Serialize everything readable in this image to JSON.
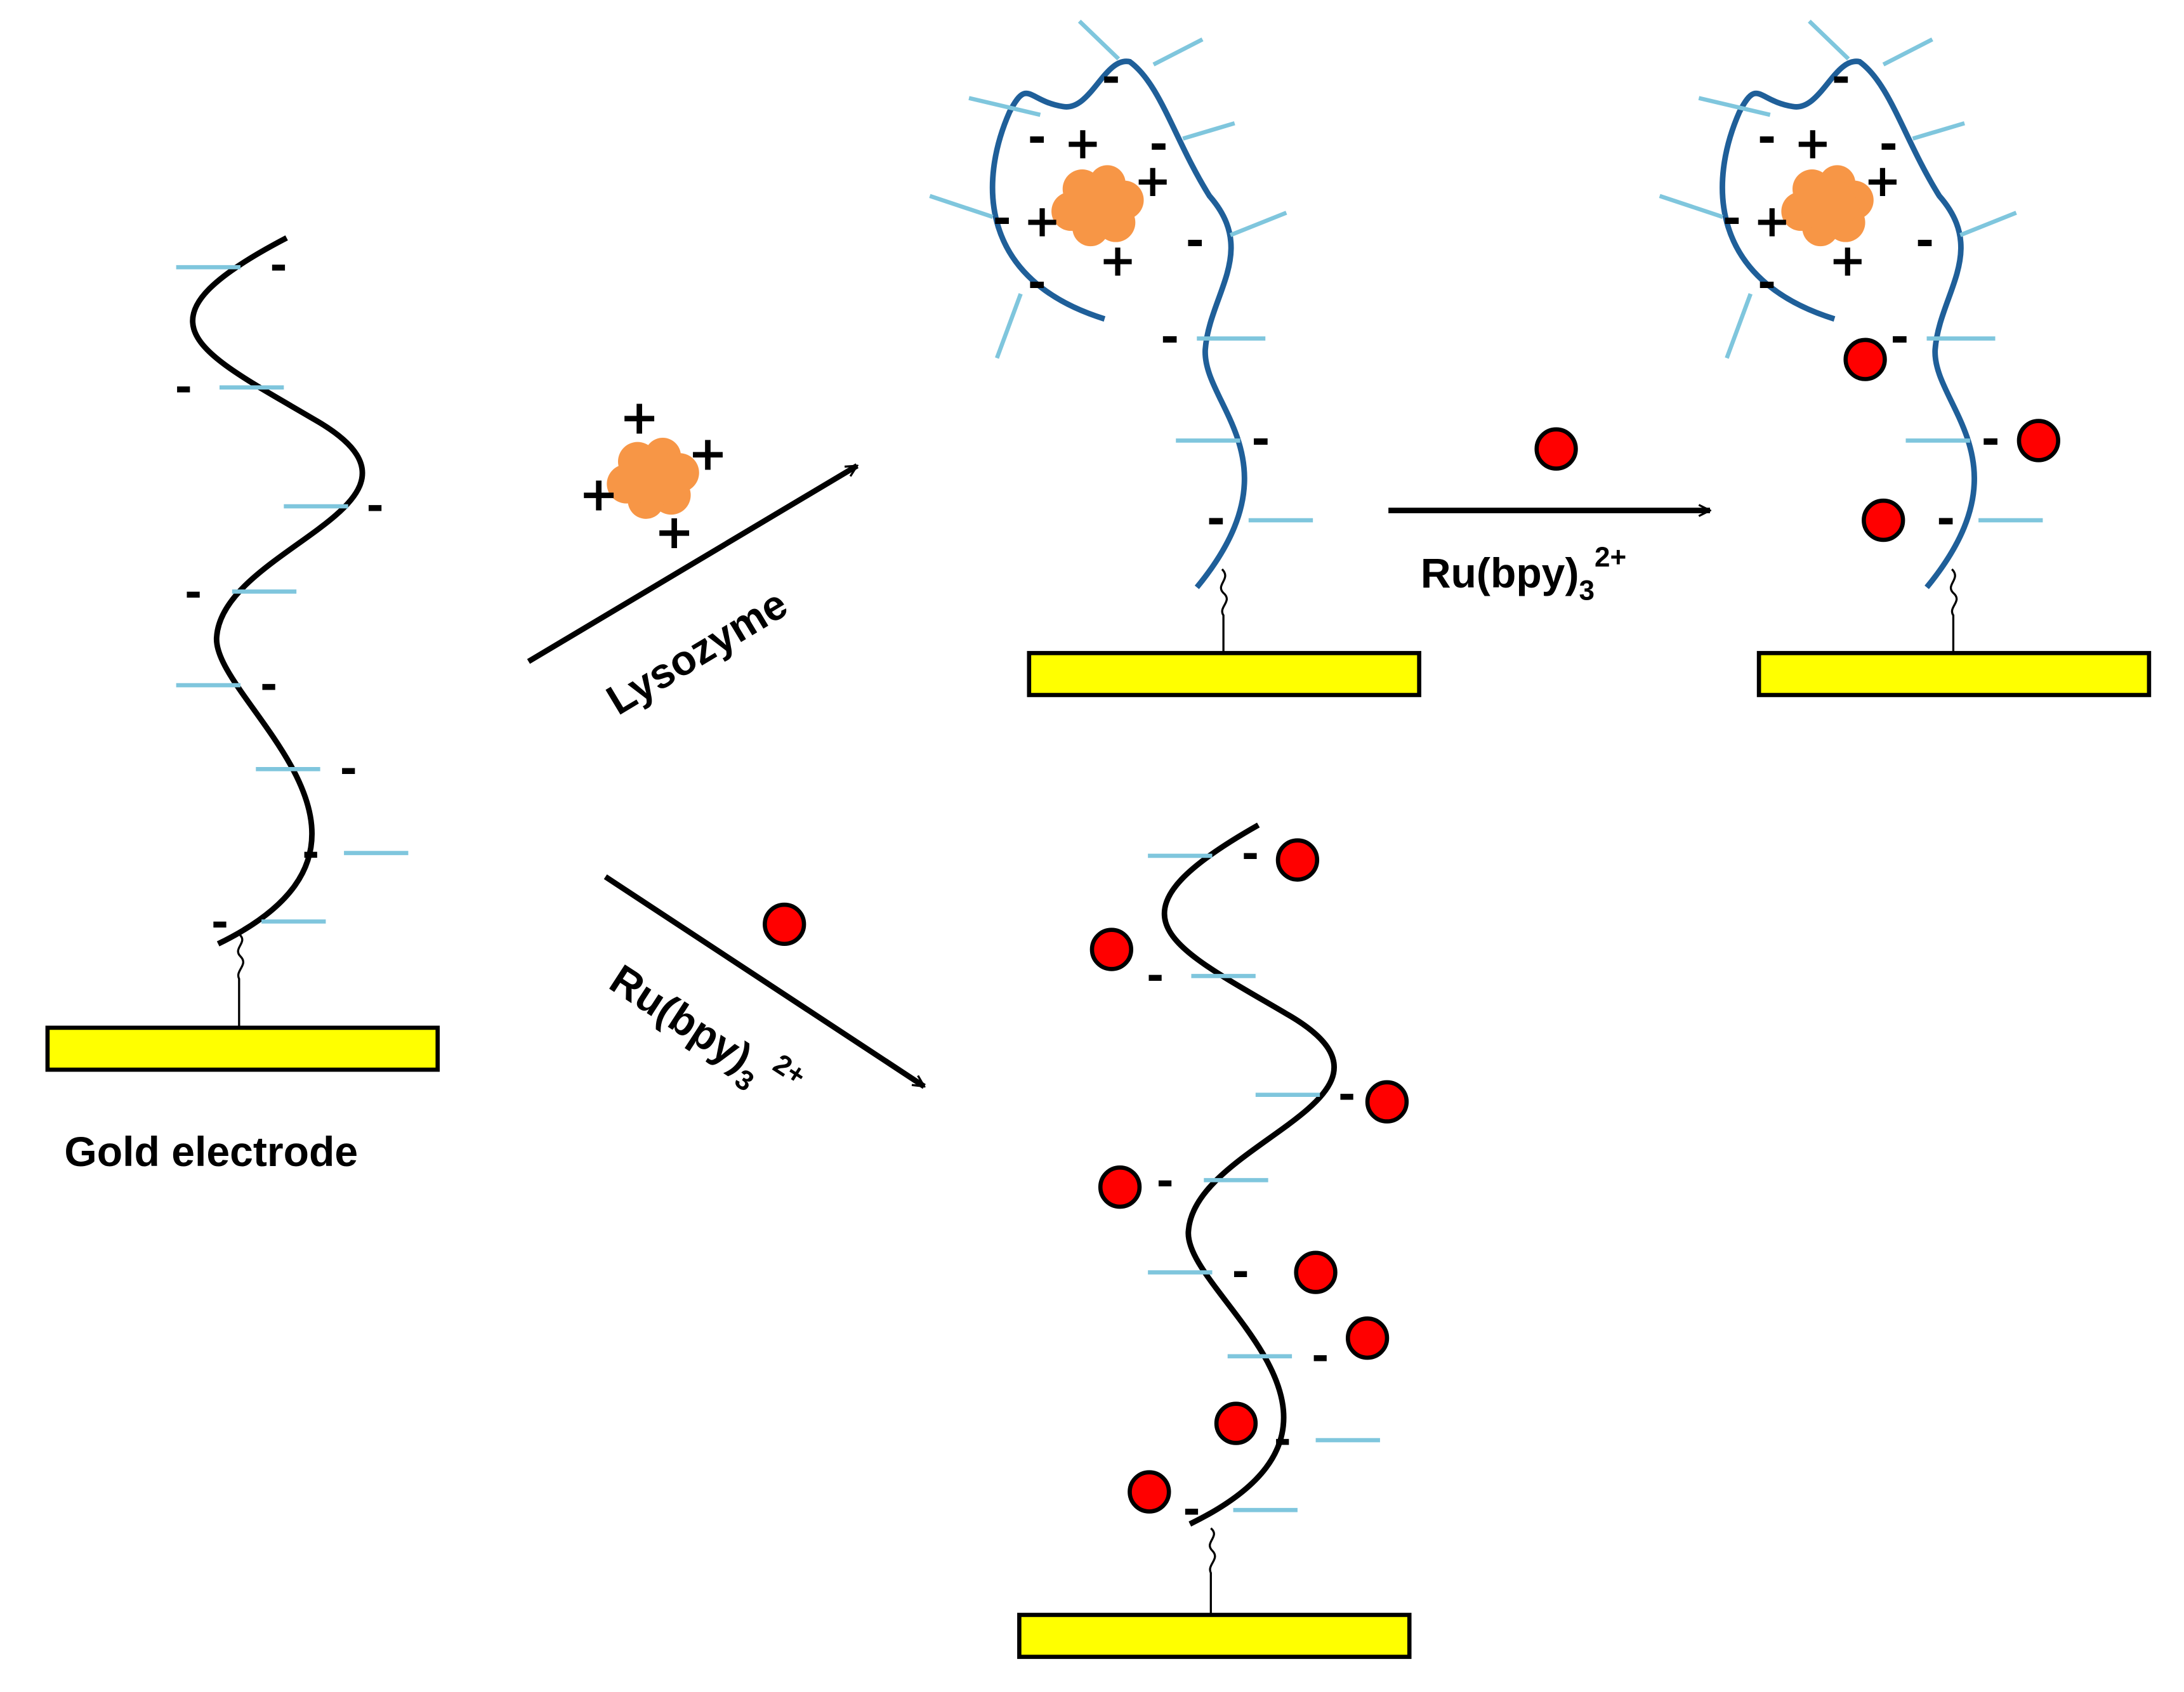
{
  "labels": {
    "electrode": "Gold electrode",
    "lysozyme": "Lysozyme",
    "ru_top_main": "Ru(bpy)",
    "ru_top_sub": "3",
    "ru_top_sup": "2+",
    "ru_bottom_main": "Ru(bpy)",
    "ru_bottom_sub": "3",
    "ru_bottom_sup": "2+"
  },
  "signs": {
    "minus": "-",
    "plus": "+"
  },
  "colors": {
    "electrode_fill": "#ffff00",
    "strand_free": "#000000",
    "strand_bound": "#1f5f99",
    "base": "#7fc6dd",
    "protein": "#f79646",
    "ru_complex": "#ff0000"
  }
}
